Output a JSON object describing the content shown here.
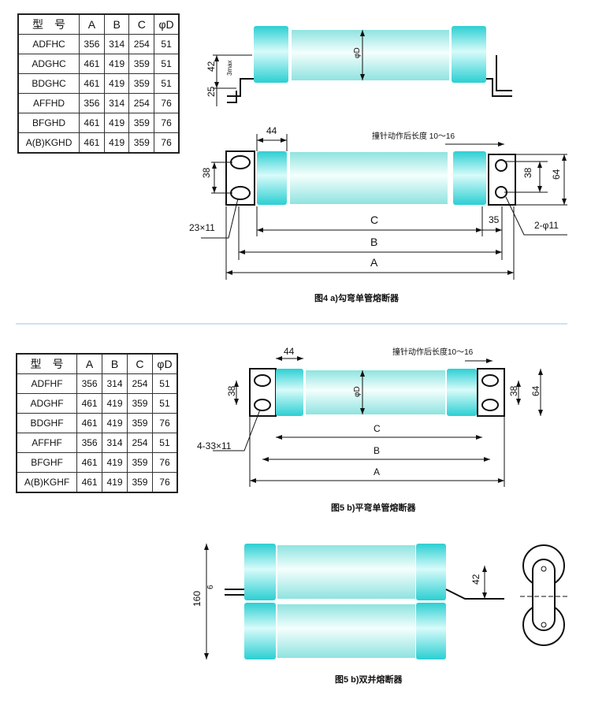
{
  "table1": {
    "headers": [
      "型　号",
      "A",
      "B",
      "C",
      "φD"
    ],
    "rows": [
      [
        "ADFHC",
        "356",
        "314",
        "254",
        "51"
      ],
      [
        "ADGHC",
        "461",
        "419",
        "359",
        "51"
      ],
      [
        "BDGHC",
        "461",
        "419",
        "359",
        "51"
      ],
      [
        "AFFHD",
        "356",
        "314",
        "254",
        "76"
      ],
      [
        "BFGHD",
        "461",
        "419",
        "359",
        "76"
      ],
      [
        "A(B)KGHD",
        "461",
        "419",
        "359",
        "76"
      ]
    ]
  },
  "table2": {
    "headers": [
      "型　号",
      "A",
      "B",
      "C",
      "φD"
    ],
    "rows": [
      [
        "ADFHF",
        "356",
        "314",
        "254",
        "51"
      ],
      [
        "ADGHF",
        "461",
        "419",
        "359",
        "51"
      ],
      [
        "BDGHF",
        "461",
        "419",
        "359",
        "76"
      ],
      [
        "AFFHF",
        "356",
        "314",
        "254",
        "51"
      ],
      [
        "BFGHF",
        "461",
        "419",
        "359",
        "76"
      ],
      [
        "A(B)KGHF",
        "461",
        "419",
        "359",
        "76"
      ]
    ]
  },
  "fig4": {
    "side": {
      "d": "φD",
      "h42": "42",
      "h25": "25",
      "max": "3max"
    },
    "top": {
      "w44": "44",
      "striker": "撞针动作后长度 10～16",
      "h38l": "38",
      "h38r": "38",
      "h64": "64",
      "slot": "23×11",
      "hole": "2-φ11",
      "w35": "35",
      "C": "C",
      "B": "B",
      "A": "A"
    },
    "caption": "图4  a)勾弯单管熔断器"
  },
  "fig5a": {
    "w44": "44",
    "striker": "撞针动作后长度10～16",
    "d": "φD",
    "h38l": "38",
    "h38r": "38",
    "h64": "64",
    "slot": "4-33×11",
    "C": "C",
    "B": "B",
    "A": "A",
    "caption": "图5 b)平弯单管熔断器"
  },
  "fig5b": {
    "h160": "160",
    "h6": "6",
    "h42": "42",
    "caption": "图5 b)双并熔断器"
  },
  "colors": {
    "tube": "#bff0ee",
    "cap": "#3fd8d8",
    "separator": "#9cc7e0"
  }
}
